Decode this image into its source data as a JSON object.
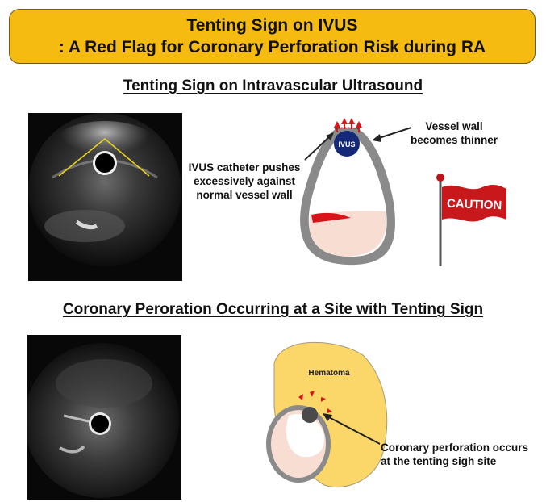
{
  "banner": {
    "line1": "Tenting Sign on IVUS",
    "line2": ": A Red Flag for Coronary Perforation Risk during RA"
  },
  "section1": {
    "title": "Tenting Sign on Intravascular Ultrasound",
    "catheter_label": "IVUS",
    "note_wall": [
      "Vessel wall",
      "becomes thinner"
    ],
    "note_push": [
      "IVUS catheter pushes",
      "excessively against",
      "normal vessel wall"
    ],
    "flag_text": "CAUTION"
  },
  "section2": {
    "title": "Coronary Peroration Occurring at a Site with Tenting Sign",
    "hematoma_label": "Hematoma",
    "note_perf": [
      "Coronary perforation occurs",
      "at the tenting sigh site"
    ]
  },
  "colors": {
    "banner": "#f5bb10",
    "vessel_wall": "#8a8a8a",
    "plaque": "#f7ddd2",
    "hematoma": "#fbd76a",
    "red": "#d8141a",
    "catheter": "#142a78",
    "tenting_line": "#e8d21a"
  }
}
